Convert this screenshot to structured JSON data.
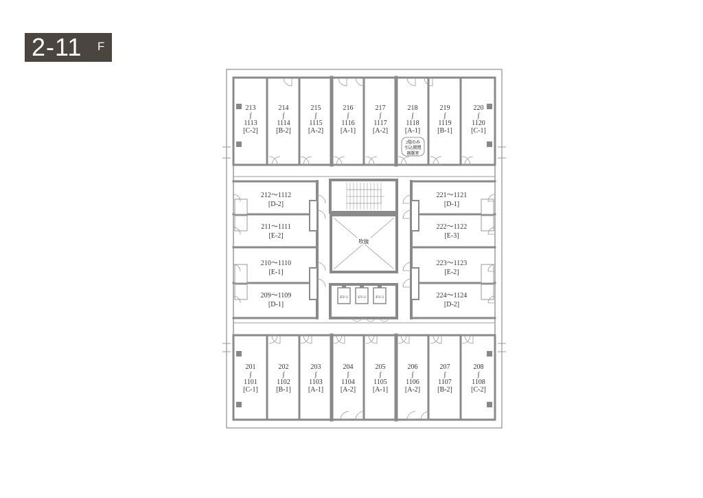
{
  "floor_badge": {
    "main": "2-11",
    "suffix": "F"
  },
  "units_top": [
    {
      "id": "u213",
      "lines": [
        "213",
        "∫",
        "1113",
        "[C-2]"
      ]
    },
    {
      "id": "u214",
      "lines": [
        "214",
        "∫",
        "1114",
        "[B-2]"
      ]
    },
    {
      "id": "u215",
      "lines": [
        "215",
        "∫",
        "1115",
        "[A-2]"
      ]
    },
    {
      "id": "u216",
      "lines": [
        "216",
        "∫",
        "1116",
        "[A-1]"
      ]
    },
    {
      "id": "u217",
      "lines": [
        "217",
        "∫",
        "1117",
        "[A-2]"
      ]
    },
    {
      "id": "u218",
      "lines": [
        "218",
        "∫",
        "1118",
        "[A-1]"
      ]
    },
    {
      "id": "u219",
      "lines": [
        "219",
        "∫",
        "1119",
        "[B-1]"
      ]
    },
    {
      "id": "u220",
      "lines": [
        "220",
        "∫",
        "1120",
        "[C-1]"
      ]
    }
  ],
  "units_bottom": [
    {
      "id": "u201",
      "lines": [
        "201",
        "∫",
        "1101",
        "[C-1]"
      ]
    },
    {
      "id": "u202",
      "lines": [
        "202",
        "∫",
        "1102",
        "[B-1]"
      ]
    },
    {
      "id": "u203",
      "lines": [
        "203",
        "∫",
        "1103",
        "[A-1]"
      ]
    },
    {
      "id": "u204",
      "lines": [
        "204",
        "∫",
        "1104",
        "[A-2]"
      ]
    },
    {
      "id": "u205",
      "lines": [
        "205",
        "∫",
        "1105",
        "[A-1]"
      ]
    },
    {
      "id": "u206",
      "lines": [
        "206",
        "∫",
        "1106",
        "[A-2]"
      ]
    },
    {
      "id": "u207",
      "lines": [
        "207",
        "∫",
        "1107",
        "[B-2]"
      ]
    },
    {
      "id": "u208",
      "lines": [
        "208",
        "∫",
        "1108",
        "[C-2]"
      ]
    }
  ],
  "units_left": [
    {
      "id": "u212",
      "lines": [
        "212～1112",
        "[D-2]"
      ]
    },
    {
      "id": "u211",
      "lines": [
        "211～1111",
        "[E-2]"
      ]
    },
    {
      "id": "u210",
      "lines": [
        "210～1110",
        "[E-1]"
      ]
    },
    {
      "id": "u209",
      "lines": [
        "209～1109",
        "[D-1]"
      ]
    }
  ],
  "units_right": [
    {
      "id": "u221",
      "lines": [
        "221～1121",
        "[D-1]"
      ]
    },
    {
      "id": "u222",
      "lines": [
        "222～1122",
        "[E-3]"
      ]
    },
    {
      "id": "u223",
      "lines": [
        "223～1123",
        "[E-2]"
      ]
    },
    {
      "id": "u224",
      "lines": [
        "224～1124",
        "[D-2]"
      ]
    }
  ],
  "note_218": [
    "2階のみ",
    "引込開閉",
    "器盤室"
  ],
  "atrium_label": "吹抜",
  "elevators": [
    "EV-1",
    "EV-2",
    "EV-3"
  ]
}
